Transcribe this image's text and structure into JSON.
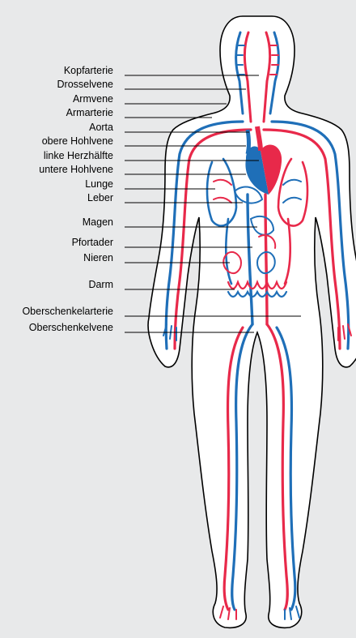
{
  "colors": {
    "background": "#e8e9ea",
    "artery": "#e8294a",
    "vein": "#1f6fb8",
    "outline": "#000000",
    "body_fill": "#ffffff"
  },
  "labels": [
    "Kopfarterie",
    "Drosselvene",
    "Armvene",
    "Armarterie",
    "Aorta",
    "obere Hohlvene",
    "linke Herzhälfte",
    "untere Hohlvene",
    "Lunge",
    "Leber",
    "Magen",
    "Pfortader",
    "Nieren",
    "Darm",
    "Oberschenkelarterie",
    "Oberschenkelvene"
  ]
}
